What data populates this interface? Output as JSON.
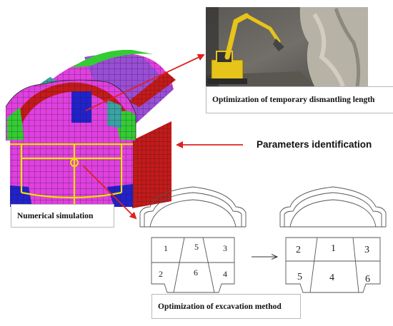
{
  "captions": {
    "dismantling": "Optimization of temporary dismantling length",
    "simulation": "Numerical simulation",
    "excavation": "Optimization of excavation method"
  },
  "parameters_label": "Parameters identification",
  "scheme_left": {
    "top_row": [
      "1",
      "5",
      "3"
    ],
    "bottom_row": [
      "2",
      "6",
      "4"
    ]
  },
  "scheme_right": {
    "top_row": [
      "2",
      "1",
      "3"
    ],
    "bottom_row": [
      "5",
      "4",
      "6"
    ]
  },
  "colors": {
    "arrow_red": "#e02020",
    "mesh_magenta": "#e040e0",
    "mesh_purple": "#9a4dd6",
    "mesh_red": "#c41a1a",
    "mesh_green": "#33cc33",
    "mesh_teal": "#3aa3a3",
    "mesh_blue": "#2222cc",
    "mesh_yellow": "#f0e000",
    "machine_yellow": "#e6c419"
  }
}
